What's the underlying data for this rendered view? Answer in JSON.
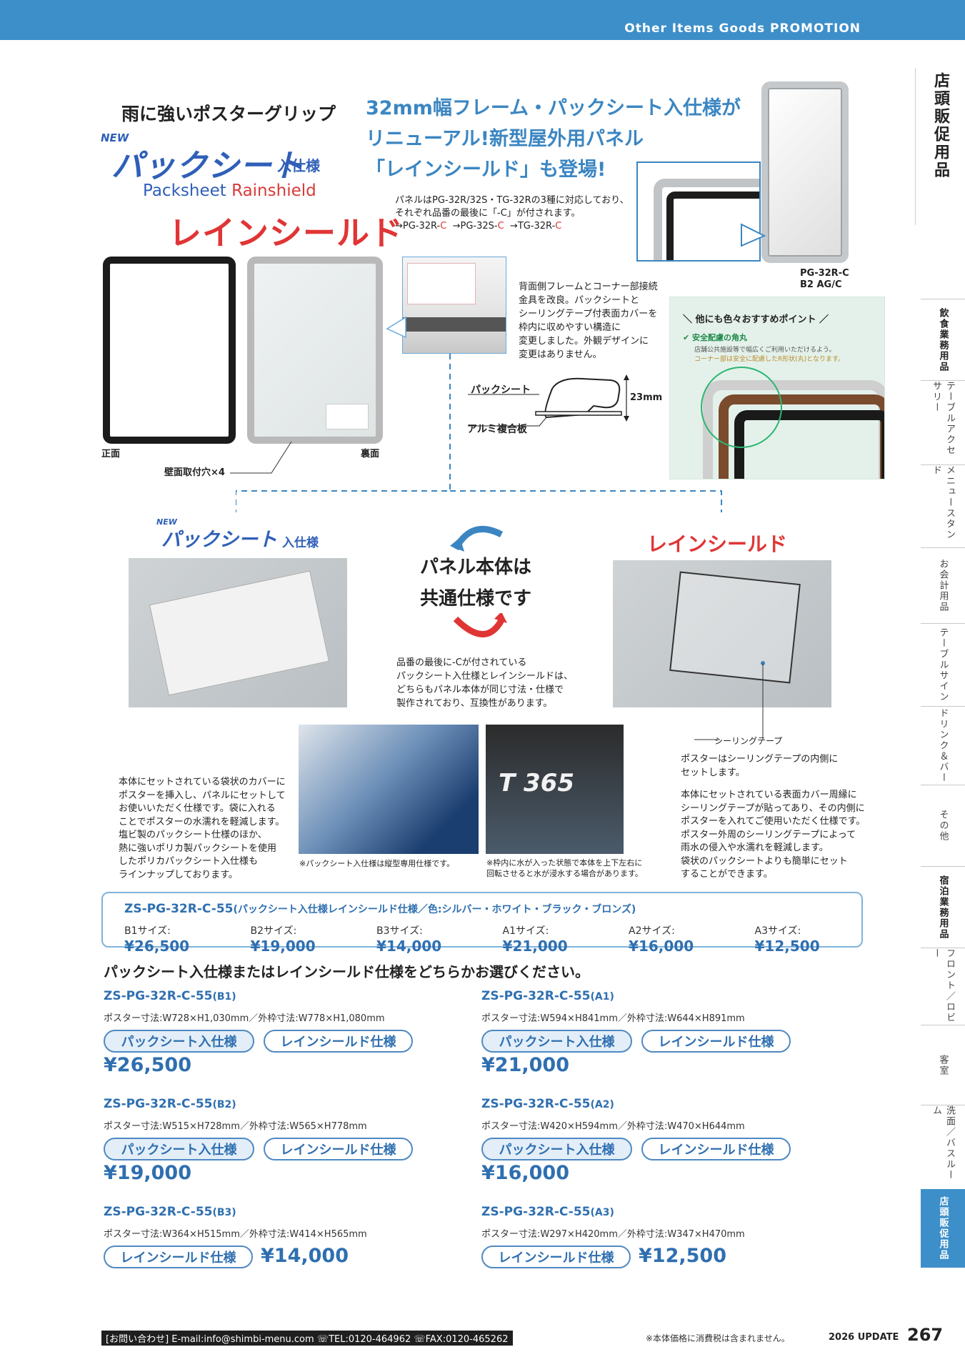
{
  "header": {
    "category": "Other Items Goods  PROMOTION"
  },
  "sidebar": {
    "main": "店頭販促用品",
    "items": [
      {
        "label": "飲食業務用品",
        "bold": true
      },
      {
        "label": "テーブルアクセサリー",
        "bold": false
      },
      {
        "label": "メニュースタンド",
        "bold": false
      },
      {
        "label": "お会計用品",
        "bold": false
      },
      {
        "label": "テーブルサイン",
        "bold": false
      },
      {
        "label": "ドリンク＆バー",
        "bold": false
      },
      {
        "label": "その他",
        "bold": false
      },
      {
        "label": "宿泊業務用品",
        "bold": true
      },
      {
        "label": "フロント／ロビー",
        "bold": false
      },
      {
        "label": "客室",
        "bold": false
      },
      {
        "label": "洗面／バスルーム",
        "bold": false
      },
      {
        "label": "店頭販促用品",
        "bold": true,
        "active": true
      }
    ]
  },
  "hero": {
    "subtitle": "雨に強いポスターグリップ",
    "new": "NEW",
    "pack_main": "パックシート",
    "pack_suffix": "入仕様",
    "en_pack": "Packsheet",
    "en_rain": "Rainshield",
    "rain_main": "レインシールド",
    "headline_1": "32mm幅フレーム・パックシート入仕様が",
    "headline_2": "リニューアル!新型屋外用パネル",
    "headline_3": "「レインシールド」も登場!",
    "intro_1": "パネルはPG-32R/32S・TG-32Rの3種に対応しており、",
    "intro_2": "それぞれ品番の最後に「-C」が付されます。",
    "intro_3a": "→PG-32R-",
    "intro_3b": "→PG-32S-",
    "intro_3c": "→TG-32R-",
    "intro_c": "C"
  },
  "product": {
    "front": "正面",
    "back": "裏面",
    "holes": "壁面取付穴×4",
    "model_1": "PG-32R-C",
    "model_2": "B2 AG/C",
    "detail_1": "背面側フレームとコーナー部接続",
    "detail_2": "金具を改良。パックシートと",
    "detail_3": "シーリングテープ付表面カバーを",
    "detail_4": "枠内に収めやすい構造に",
    "detail_5": "変更しました。外観デザインに",
    "detail_6": "変更はありません。",
    "section_pack": "パックシート",
    "section_alu": "アルミ複合板",
    "section_h": "23mm"
  },
  "reco": {
    "title": "＼ 他にも色々おすすめポイント ／",
    "point": "✔ 安全配慮の角丸",
    "desc_1": "店舗公共施設等で幅広くご利用いただけるよう。",
    "desc_2": "コーナー部は安全に配慮したR形状(丸)となります。"
  },
  "common": {
    "new": "NEW",
    "pack": "パックシート",
    "pack_suffix": "入仕様",
    "rain": "レインシールド",
    "center_1": "パネル本体は",
    "center_2": "共通仕様です",
    "sub_1": "品番の最後に-Cが付されている",
    "sub_2": "パックシート入仕様とレインシールドは、",
    "sub_3": "どちらもパネル本体が同じ寸法・仕様で",
    "sub_4": "製作されており、互換性があります。"
  },
  "notes": {
    "left_1": "本体にセットされている袋状のカバーに",
    "left_2": "ポスターを挿入し、パネルにセットして",
    "left_3": "お使いいただく仕様です。袋に入れる",
    "left_4": "ことでポスターの水濡れを軽減します。",
    "left_5": "塩ビ製のパックシート仕様のほか、",
    "left_6": "熱に強いポリカ製パックシートを使用",
    "left_7": "したポリカパックシート入仕様も",
    "left_8": "ラインナップしております。",
    "cap_poster": "※パックシート入仕様は縦型専用仕様です。",
    "cap_frame_1": "※枠内に水が入った状態で本体を上下左右に",
    "cap_frame_2": "回転させると水が浸水する場合があります。",
    "photo_text": "T 365",
    "seal_label": "シーリングテープ",
    "seal_1": "ポスターはシーリングテープの内側に",
    "seal_2": "セットします。",
    "seal_3": "本体にセットされている表面カバー周縁に",
    "seal_4": "シーリングテープが貼ってあり、その内側に",
    "seal_5": "ポスターを入れてご使用いただく仕様です。",
    "seal_6": "ポスター外周のシーリングテープによって",
    "seal_7": "雨水の侵入や水濡れを軽減します。",
    "seal_8": "袋状のパックシートよりも簡単にセット",
    "seal_9": "することができます。"
  },
  "pricebox": {
    "code": "ZS-PG-32R-C-55",
    "code_note": "(パックシート入仕様レインシールド仕様／色:シルバー・ホワイト・ブラック・ブロンズ)",
    "items": [
      {
        "size": "B1サイズ:",
        "price": "¥26,500"
      },
      {
        "size": "B2サイズ:",
        "price": "¥19,000"
      },
      {
        "size": "B3サイズ:",
        "price": "¥14,000"
      },
      {
        "size": "A1サイズ:",
        "price": "¥21,000"
      },
      {
        "size": "A2サイズ:",
        "price": "¥16,000"
      },
      {
        "size": "A3サイズ:",
        "price": "¥12,500"
      }
    ]
  },
  "choose": "パックシート入仕様またはレインシールド仕様をどちらかお選びください。",
  "pill_pack": "パックシート入仕様",
  "pill_rain": "レインシールド仕様",
  "models": {
    "b1": {
      "code": "ZS-PG-32R-C-55",
      "size": "(B1)",
      "dims": "ポスター寸法:W728×H1,030mm／外枠寸法:W778×H1,080mm",
      "price": "¥26,500"
    },
    "a1": {
      "code": "ZS-PG-32R-C-55",
      "size": "(A1)",
      "dims": "ポスター寸法:W594×H841mm／外枠寸法:W644×H891mm",
      "price": "¥21,000"
    },
    "b2": {
      "code": "ZS-PG-32R-C-55",
      "size": "(B2)",
      "dims": "ポスター寸法:W515×H728mm／外枠寸法:W565×H778mm",
      "price": "¥19,000"
    },
    "a2": {
      "code": "ZS-PG-32R-C-55",
      "size": "(A2)",
      "dims": "ポスター寸法:W420×H594mm／外枠寸法:W470×H644mm",
      "price": "¥16,000"
    },
    "b3": {
      "code": "ZS-PG-32R-C-55",
      "size": "(B3)",
      "dims": "ポスター寸法:W364×H515mm／外枠寸法:W414×H565mm",
      "price": "¥14,000"
    },
    "a3": {
      "code": "ZS-PG-32R-C-55",
      "size": "(A3)",
      "dims": "ポスター寸法:W297×H420mm／外枠寸法:W347×H470mm",
      "price": "¥12,500"
    }
  },
  "footer": {
    "contact": "[お問い合わせ] E-mail:info@shimbi-menu.com  ☏TEL:0120-464962  ☏FAX:0120-465262",
    "tax_note": "※本体価格に消費税は含まれません。",
    "update": "2026 UPDATE",
    "page": "267"
  },
  "colors": {
    "accent": "#3d8fc9",
    "brand_blue": "#2f6fb0",
    "red": "#e03535"
  }
}
